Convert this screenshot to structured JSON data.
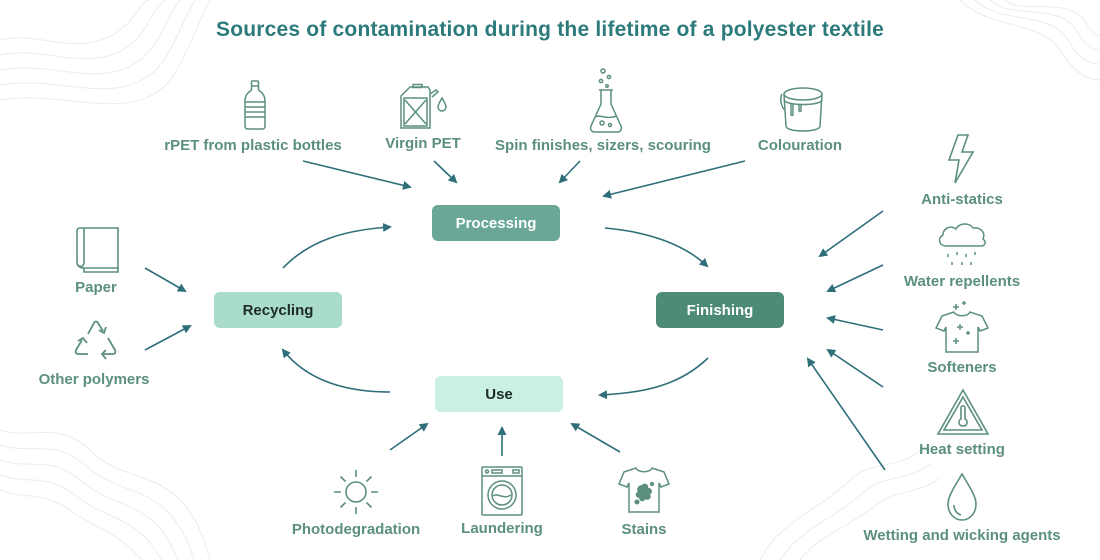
{
  "title": "Sources of contamination during the lifetime of a polyester textile",
  "stages": {
    "processing": "Processing",
    "finishing": "Finishing",
    "use": "Use",
    "recycling": "Recycling"
  },
  "processing_inputs": [
    {
      "label": "rPET from plastic bottles",
      "icon": "plastic-bottle-icon"
    },
    {
      "label": "Virgin PET",
      "icon": "jerrycan-icon"
    },
    {
      "label": "Spin finishes, sizers, scouring",
      "icon": "flask-icon"
    },
    {
      "label": "Colouration",
      "icon": "paint-bucket-icon"
    }
  ],
  "finishing_inputs": [
    {
      "label": "Anti-statics",
      "icon": "lightning-icon"
    },
    {
      "label": "Water repellents",
      "icon": "rain-cloud-icon"
    },
    {
      "label": "Softeners",
      "icon": "sparkling-shirt-icon"
    },
    {
      "label": "Heat setting",
      "icon": "heat-warning-icon"
    },
    {
      "label": "Wetting and wicking agents",
      "icon": "droplet-icon"
    }
  ],
  "use_inputs": [
    {
      "label": "Photodegradation",
      "icon": "sun-icon"
    },
    {
      "label": "Laundering",
      "icon": "washing-machine-icon"
    },
    {
      "label": "Stains",
      "icon": "stained-shirt-icon"
    }
  ],
  "recycling_inputs": [
    {
      "label": "Paper",
      "icon": "paper-icon"
    },
    {
      "label": "Other polymers",
      "icon": "recycle-icon"
    }
  ],
  "colors": {
    "title": "#2c7a7b",
    "label": "#5b8f7e",
    "icon": "#5b8f7e",
    "arrow": "#2e6f7a",
    "processing": "#6aa796",
    "finishing": "#4e8a78",
    "use": "#c9f0e0",
    "recycling": "#a9dccb"
  }
}
